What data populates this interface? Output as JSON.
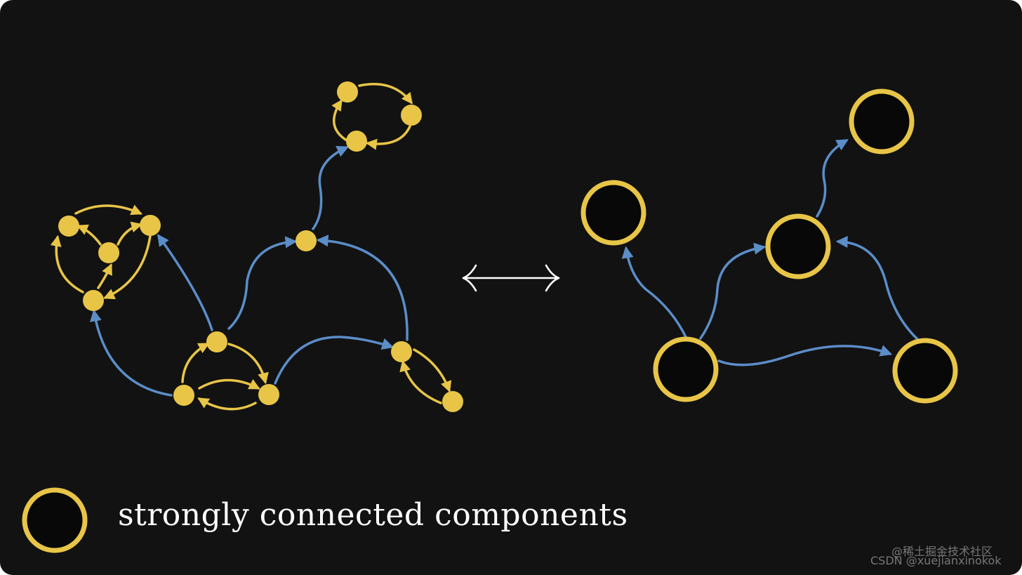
{
  "legend": {
    "label": "strongly connected components"
  },
  "equivalence_symbol": "long-left-right-arrow",
  "colors": {
    "background": "#121212",
    "node_yellow": "#E8C547",
    "edge_yellow": "#E8C547",
    "edge_blue": "#5B8DC8",
    "arrow_white": "#ffffff",
    "scc_fill": "#080808"
  },
  "watermark": {
    "line1": "@稀土掘金技术社区",
    "line2": "CSDN @xuejianxinokok"
  }
}
